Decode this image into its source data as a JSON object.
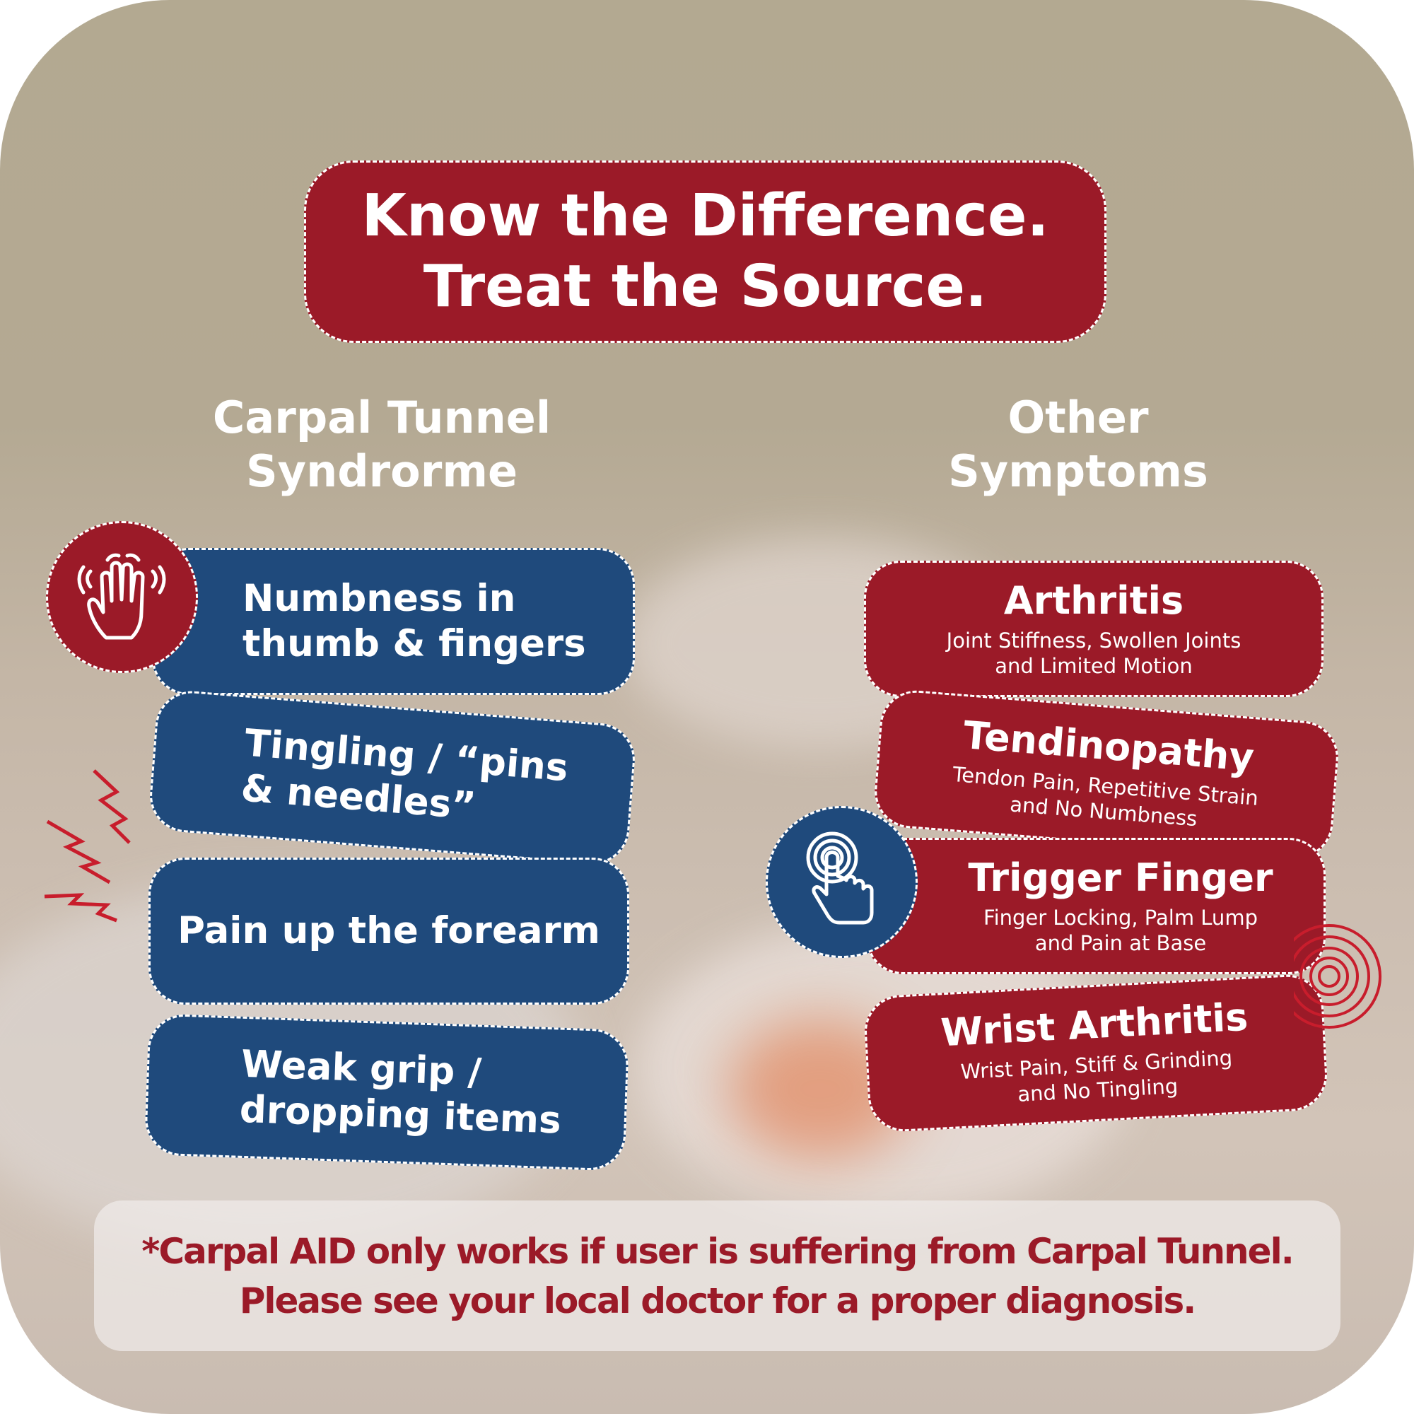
{
  "banner": {
    "line1": "Know the Difference.",
    "line2": "Treat the Source."
  },
  "left_column": {
    "heading_line1": "Carpal Tunnel",
    "heading_line2": "Syndrorme",
    "items": [
      {
        "line1": "Numbness in",
        "line2": "thumb & fingers"
      },
      {
        "line1": "Tingling / “pins",
        "line2": "& needles”"
      },
      {
        "line1": "Pain up the forearm"
      },
      {
        "line1": "Weak grip /",
        "line2": "dropping items"
      }
    ]
  },
  "right_column": {
    "heading_line1": "Other",
    "heading_line2": "Symptoms",
    "items": [
      {
        "title": "Arthritis",
        "line1": "Joint Stiffness, Swollen Joints",
        "line2": "and Limited Motion"
      },
      {
        "title": "Tendinopathy",
        "line1": "Tendon Pain, Repetitive Strain",
        "line2": "and No Numbness"
      },
      {
        "title": "Trigger Finger",
        "line1": "Finger Locking, Palm Lump",
        "line2": "and Pain at Base"
      },
      {
        "title": "Wrist Arthritis",
        "line1": "Wrist Pain, Stiff & Grinding",
        "line2": "and No Tingling"
      }
    ]
  },
  "disclaimer": {
    "line1": "*Carpal AID only works if user is suffering from Carpal Tunnel.",
    "line2": "Please see your local doctor for a proper diagnosis."
  },
  "icons": {
    "left_badge": "shaking-hand-icon",
    "right_badge": "finger-tap-icon",
    "zigzag": "pain-zigzag-icon",
    "rings": "pain-rings-icon"
  },
  "colors": {
    "blue": "#1f4a7c",
    "red": "#9b1a28",
    "disclaimer_text": "#9b1a28",
    "background": "#b3a991"
  }
}
